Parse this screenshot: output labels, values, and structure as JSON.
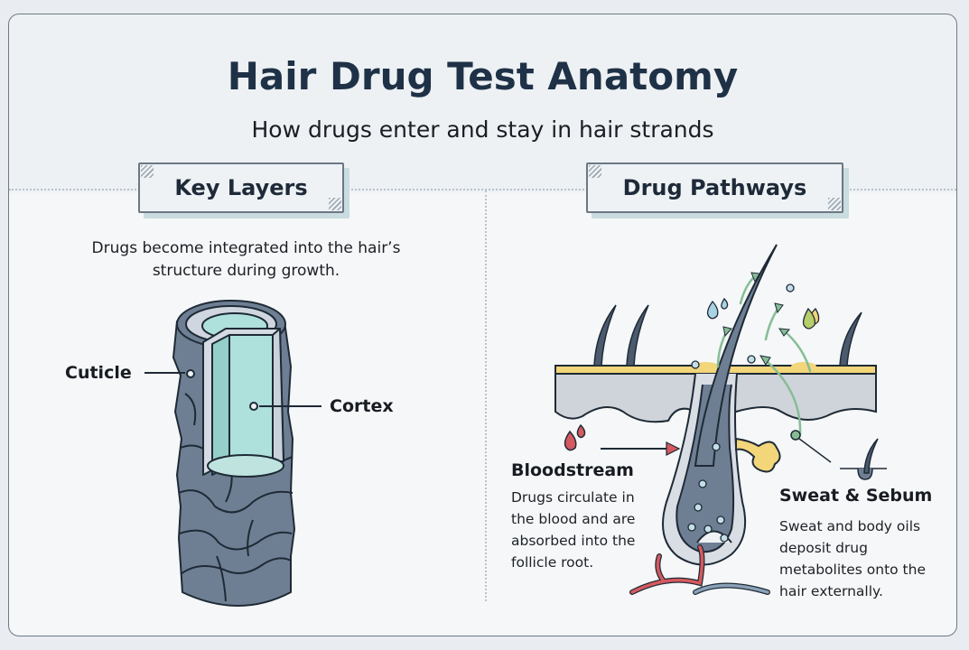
{
  "header": {
    "title": "Hair Drug Test Anatomy",
    "subtitle": "How drugs enter and stay in hair strands"
  },
  "sections": {
    "left": {
      "heading": "Key Layers",
      "intro": "Drugs become integrated into the hair’s structure during growth.",
      "labels": {
        "cuticle": "Cuticle",
        "cortex": "Cortex"
      }
    },
    "right": {
      "heading": "Drug Pathways",
      "bloodstream": {
        "title": "Bloodstream",
        "text": "Drugs circulate in the blood and are absorbed into the follicle root."
      },
      "sweat_sebum": {
        "title": "Sweat & Sebum",
        "text": "Sweat and body oils deposit drug metabolites onto the hair externally."
      }
    }
  },
  "colors": {
    "title": "#1f3146",
    "hair_fill": "#6f7f93",
    "cortex_fill": "#aee0dc",
    "sebum_yellow": "#f3d57a",
    "blood_red": "#d5595f",
    "sweat_blue": "#a9d3e2",
    "arrow_green": "#86bd95",
    "skin_gray": "#cfd4da"
  }
}
